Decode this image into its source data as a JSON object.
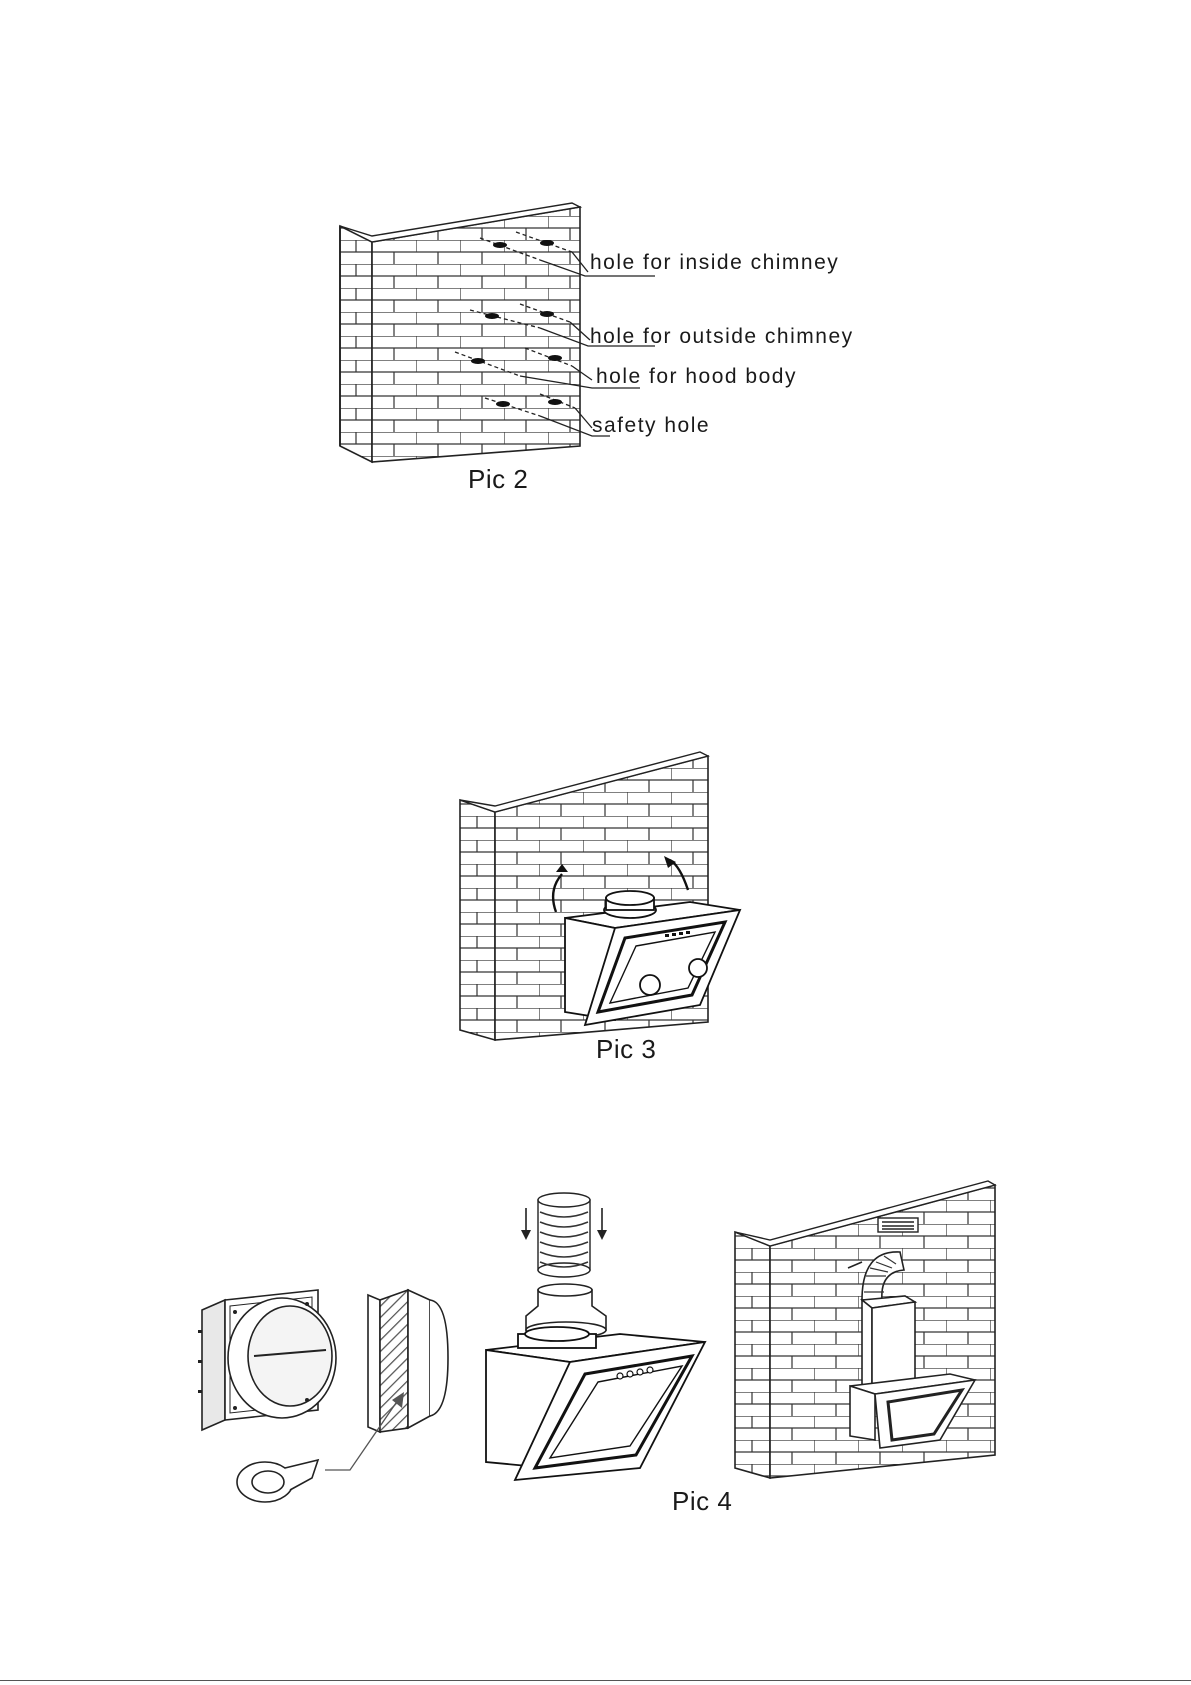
{
  "pic2": {
    "caption": "Pic 2",
    "labels": {
      "inside_chimney": "hole for inside chimney",
      "outside_chimney": "hole  for outside chimney",
      "hood_body": "hole  for  hood  body",
      "safety": "safety  hole"
    }
  },
  "pic3": {
    "caption": "Pic 3"
  },
  "pic4": {
    "caption": "Pic 4"
  }
}
